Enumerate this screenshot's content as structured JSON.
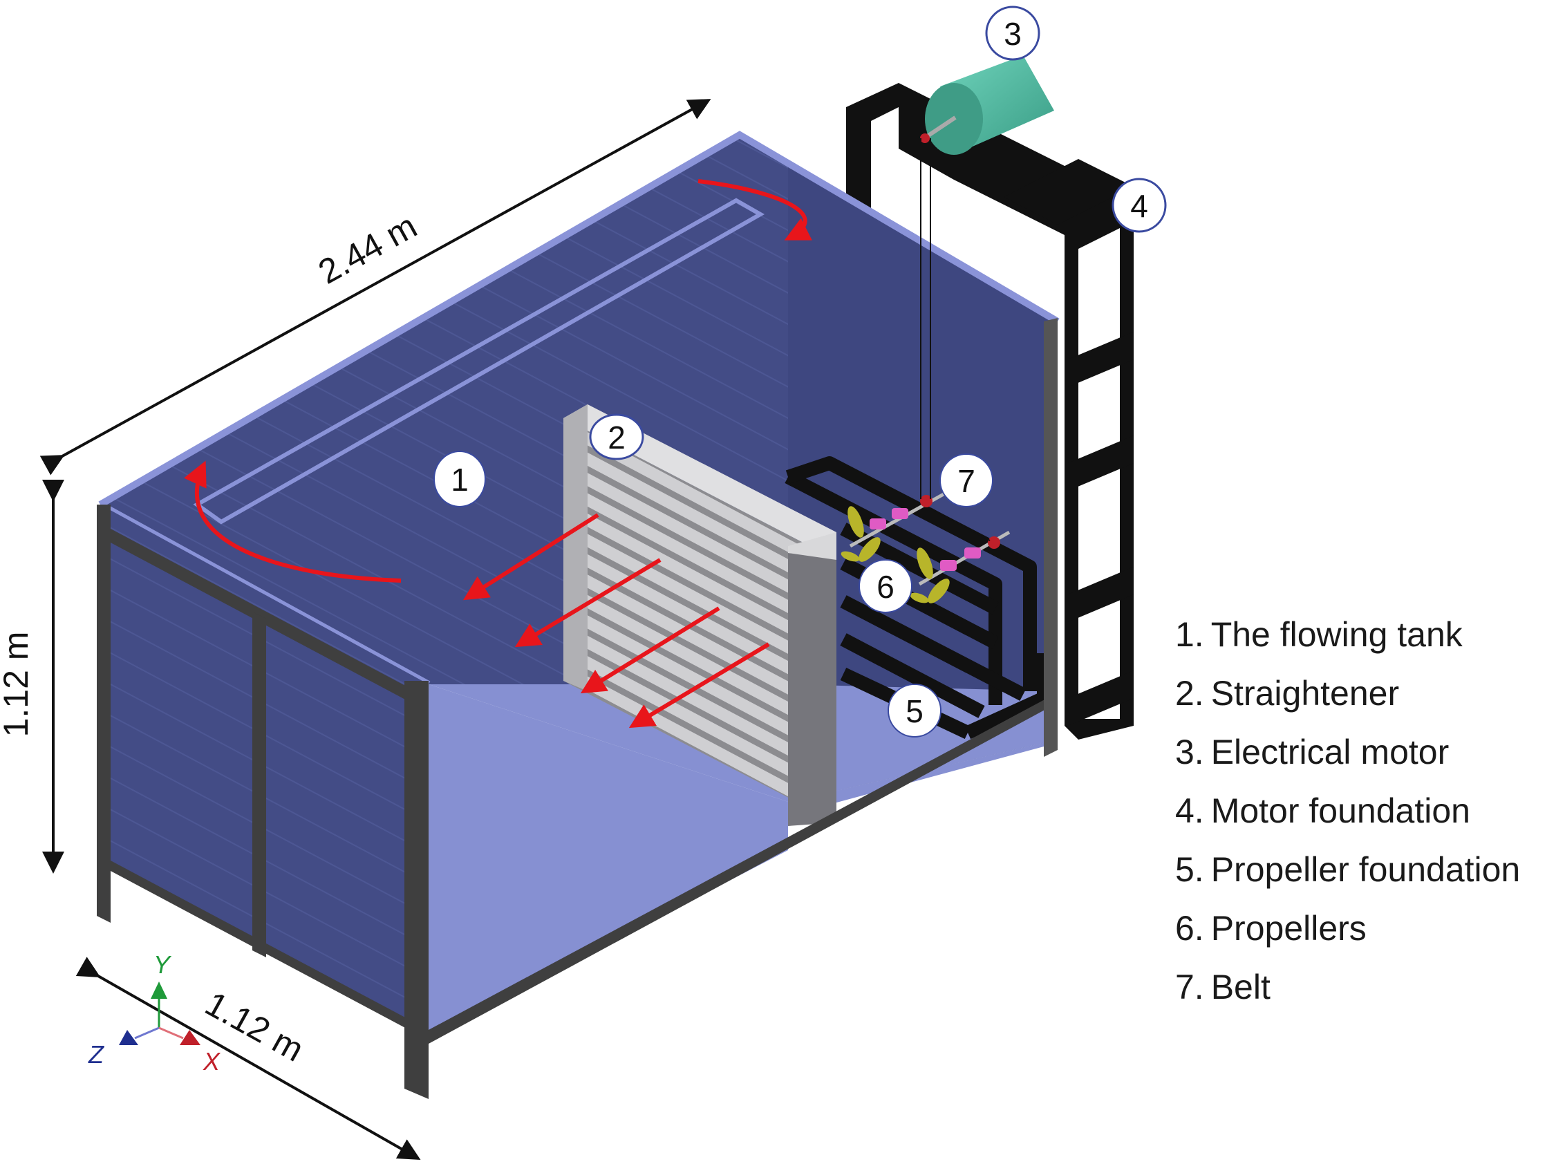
{
  "figure": {
    "dimensions": {
      "length": "2.44 m",
      "height": "1.12 m",
      "width": "1.12 m"
    },
    "axes": {
      "x": "X",
      "y": "Y",
      "z": "Z"
    },
    "callouts": [
      "1",
      "2",
      "3",
      "4",
      "5",
      "6",
      "7"
    ],
    "legend": [
      {
        "num": "1.",
        "label": "The flowing tank"
      },
      {
        "num": "2.",
        "label": "Straightener"
      },
      {
        "num": "3.",
        "label": "Electrical motor"
      },
      {
        "num": "4.",
        "label": "Motor foundation"
      },
      {
        "num": "5.",
        "label": "Propeller foundation"
      },
      {
        "num": "6.",
        "label": "Propellers"
      },
      {
        "num": "7.",
        "label": "Belt"
      }
    ],
    "colors": {
      "tank_wall": "#434c86",
      "tank_rim": "#8a93d8",
      "tank_floor": "#8690d2",
      "frame": "#3f3f3f",
      "straightener": "#c9c9cb",
      "motor": "#4db89f",
      "foundation": "#111111",
      "flow_arrow": "#e8151b",
      "propeller": "#b8b52a",
      "coupling": "#e05bc4",
      "axis_x": "#c0202a",
      "axis_y": "#1f9a3a",
      "axis_z": "#1f2f8f"
    }
  }
}
